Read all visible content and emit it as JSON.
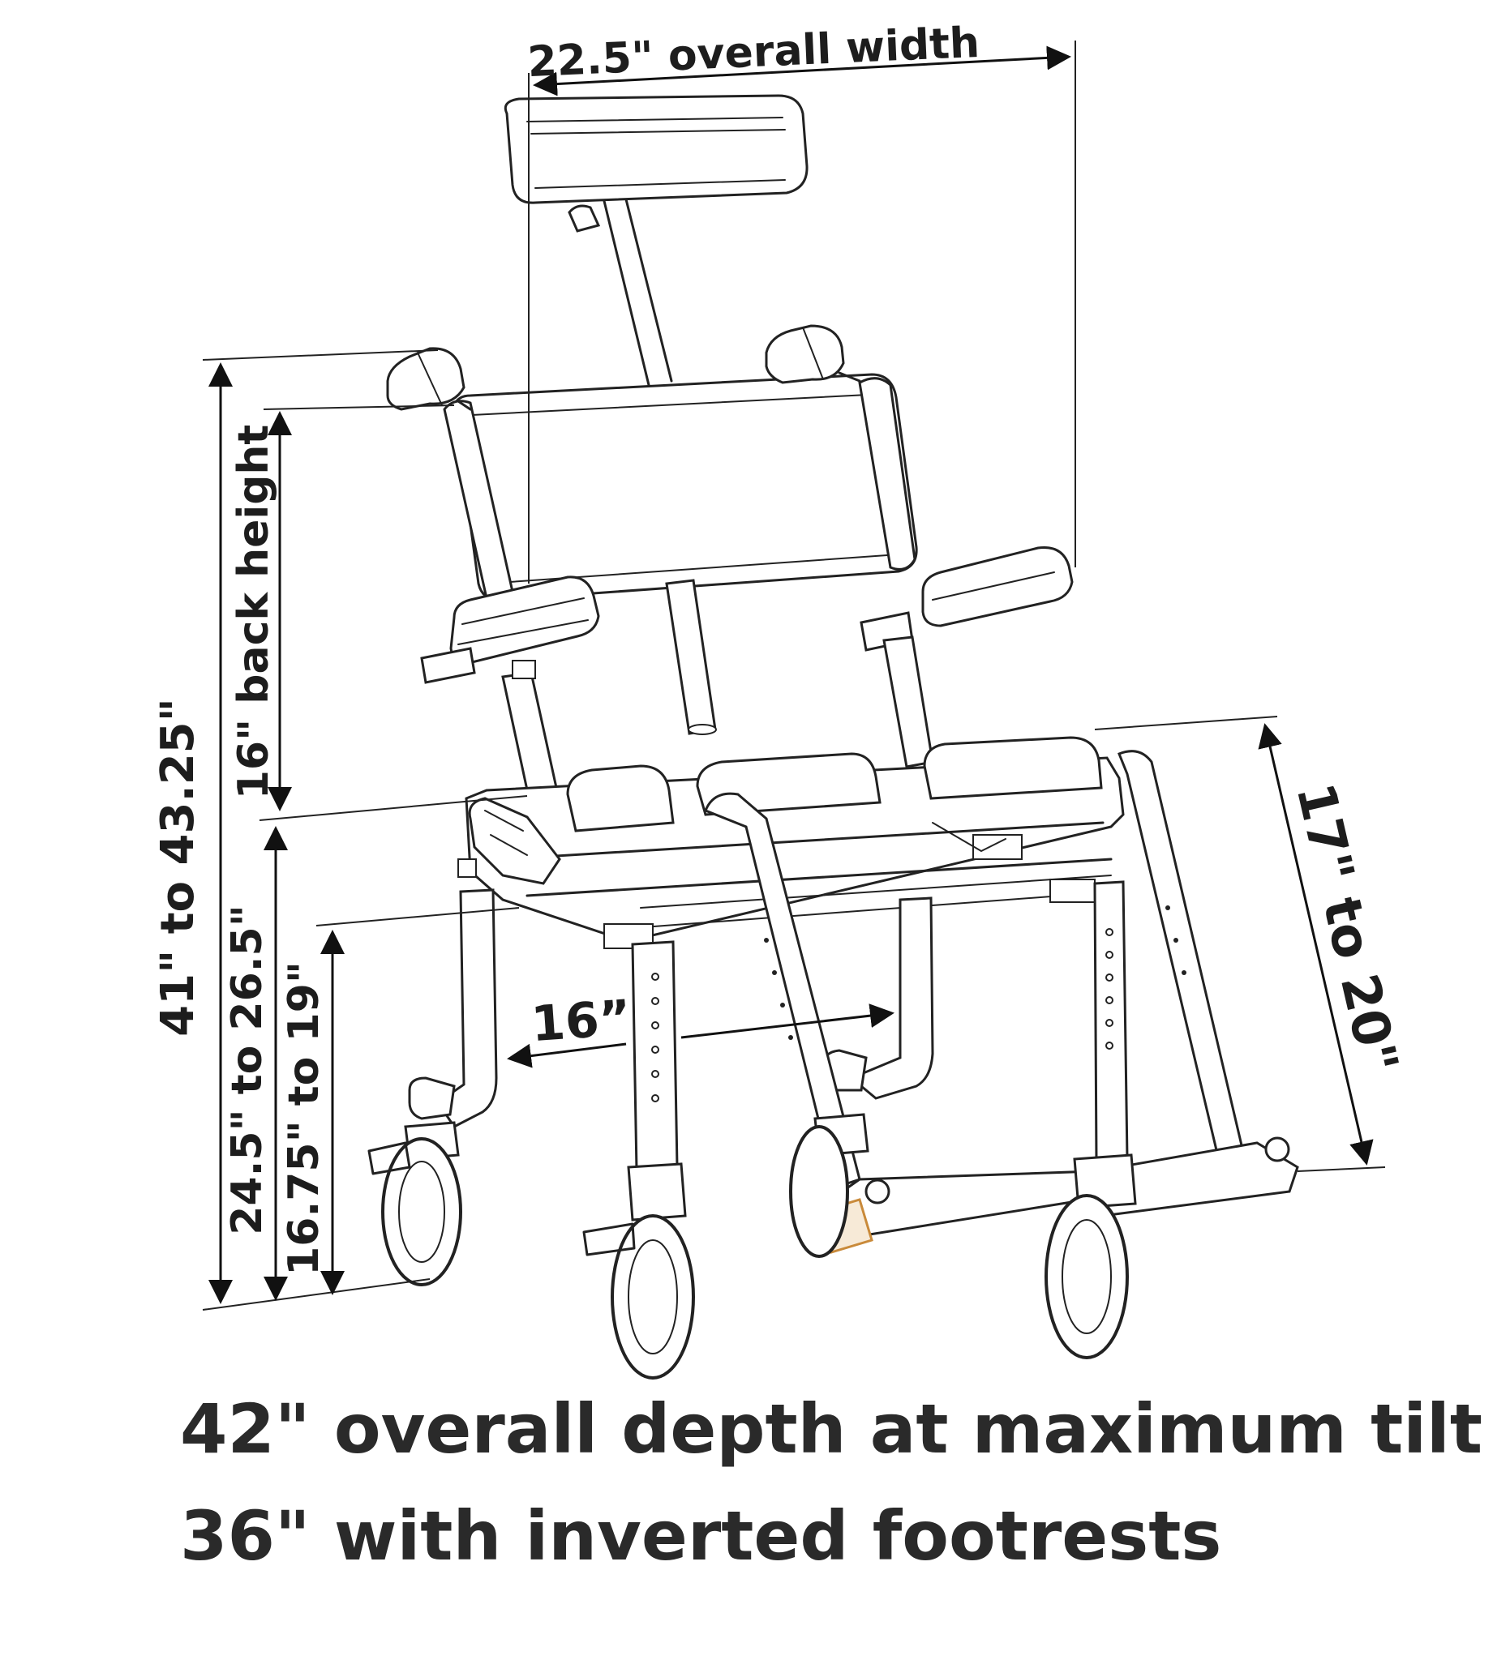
{
  "dimensions": {
    "overall_width": "22.5\" overall width",
    "seat_to_floor_total": "41\" to 43.25\"",
    "back_height": "16\" back height",
    "seat_height": "24.5\" to 26.5\"",
    "armrest_height": "16.75\" to 19\"",
    "seat_depth_range": "17\" to 20\"",
    "inner_width": "16”"
  },
  "captions": {
    "line1": "42\" overall depth at maximum tilt",
    "line2": "36\" with inverted footrests"
  },
  "colors": {
    "text": "#1d1d1d",
    "lines": "#222222",
    "accent_block": "#c98a3a"
  }
}
